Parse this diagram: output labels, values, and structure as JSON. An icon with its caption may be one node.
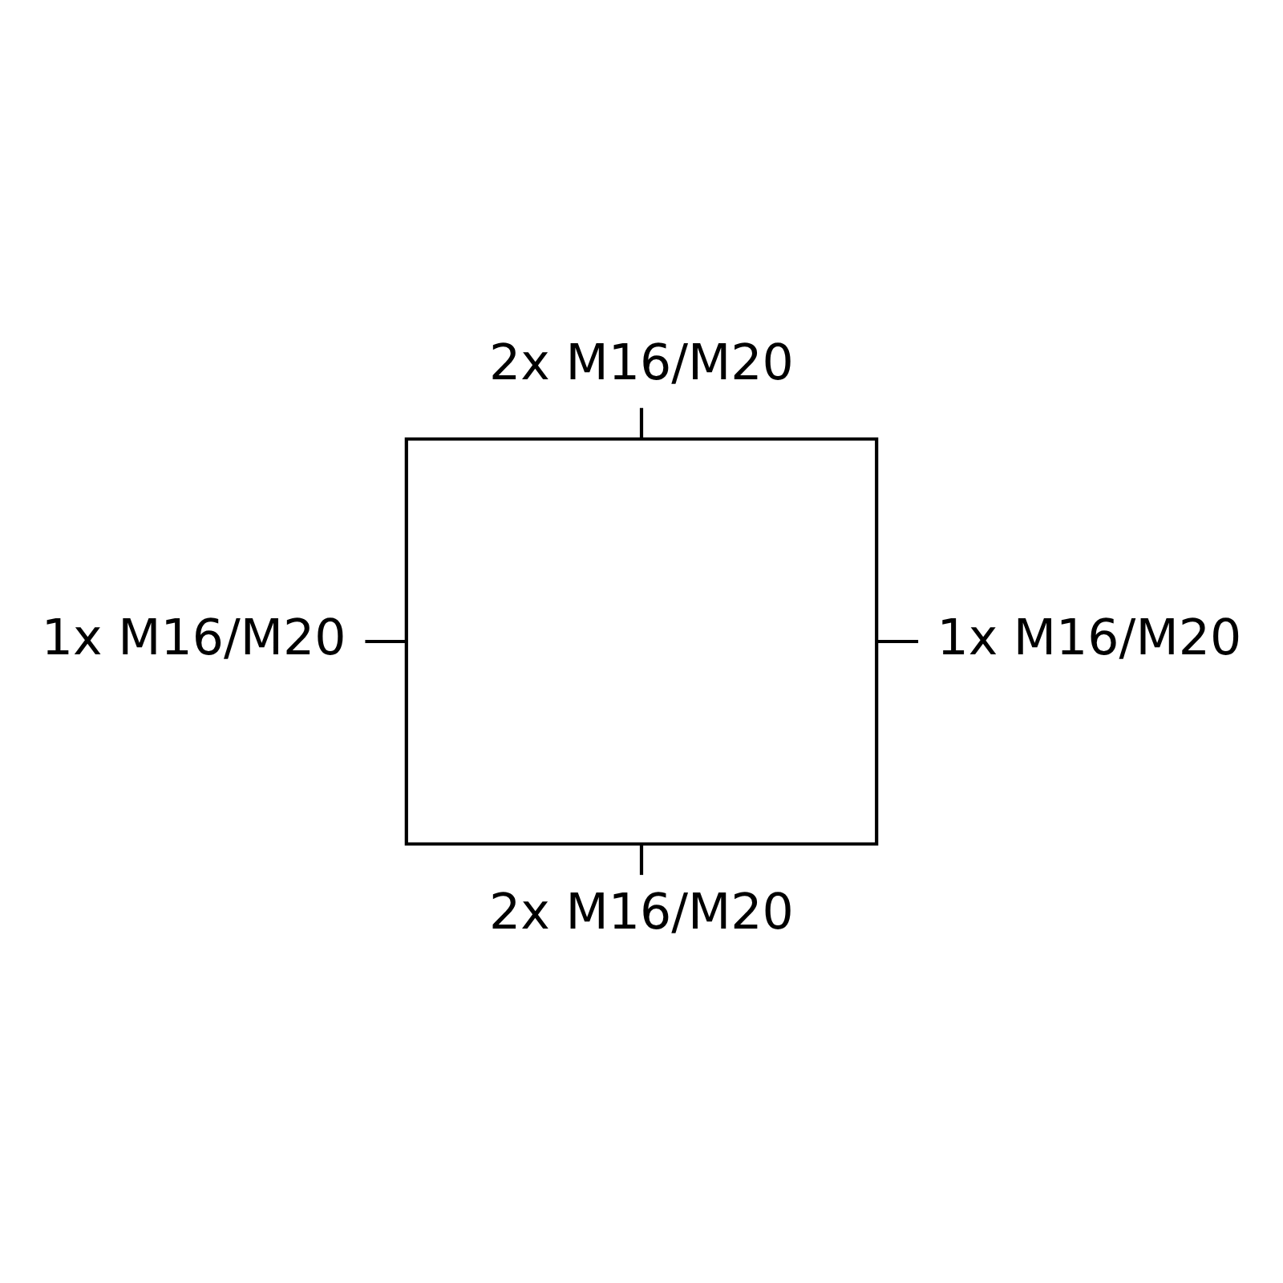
{
  "diagram": {
    "nodes": [
      {
        "text": [
          "2x M16/M20"
        ]
      },
      {
        "text": [
          "1x M16/M20"
        ]
      },
      {
        "text": [],
        "shape": "box"
      },
      {
        "text": [
          "1x M16/M20"
        ]
      },
      {
        "text": [
          "2x M16/M20"
        ]
      }
    ],
    "edges": [
      {
        "from": 0,
        "to": 2,
        "arrow": "none"
      },
      {
        "from": 1,
        "to": 2,
        "arrow": "none"
      },
      {
        "from": 2,
        "to": 3,
        "arrow": "none"
      },
      {
        "from": 2,
        "to": 4,
        "arrow": "none"
      }
    ]
  }
}
